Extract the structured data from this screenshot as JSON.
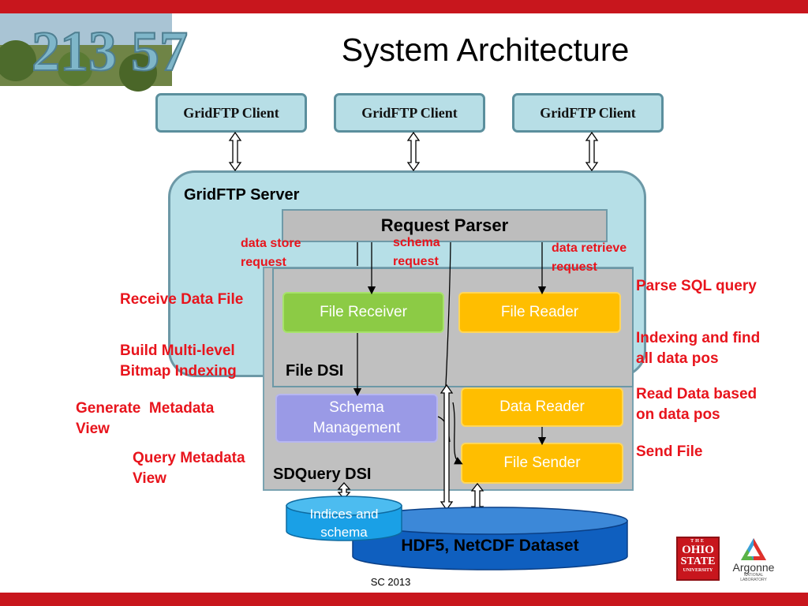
{
  "slide": {
    "title": "System Architecture",
    "footer": "SC 2013"
  },
  "clients": [
    "GridFTP Client",
    "GridFTP Client",
    "GridFTP Client"
  ],
  "server": {
    "label": "GridFTP Server",
    "parser": "Request Parser"
  },
  "requests": {
    "data_store": [
      "data store",
      "request"
    ],
    "schema": [
      "schema",
      "request"
    ],
    "data_retrieve": [
      "data retrieve",
      "request"
    ]
  },
  "file_dsi": {
    "label": "File DSI",
    "file_receiver": "File Receiver",
    "file_reader": "File Reader"
  },
  "sdquery_dsi": {
    "label": "SDQuery DSI",
    "schema_management": [
      "Schema",
      "Management"
    ],
    "data_reader": "Data Reader",
    "file_sender": "File Sender"
  },
  "storage": {
    "indices": [
      "Indices and",
      "schema"
    ],
    "dataset": "HDF5, NetCDF Dataset"
  },
  "annotations_left": {
    "receive": "Receive Data File",
    "build": [
      "Build Multi-level",
      "Bitmap Indexing"
    ],
    "generate": [
      "Generate  Metadata",
      "View"
    ],
    "query": [
      "Query Metadata",
      "View"
    ]
  },
  "annotations_right": {
    "parse": "Parse SQL query",
    "indexing": [
      "Indexing and find",
      "all data pos"
    ],
    "read": [
      "Read Data based",
      "on data pos"
    ],
    "send": "Send File"
  },
  "logos": {
    "osu": [
      "THE",
      "OHIO",
      "STATE",
      "UNIVERSITY"
    ],
    "argonne": [
      "Argonne",
      "NATIONAL",
      "LABORATORY"
    ]
  },
  "photo_digits": "213 57",
  "colors": {
    "brand_red": "#c8161d",
    "annotation_red": "#e8141c",
    "server_fill": "#b6dfe7",
    "dsi_gray": "#c0c0c0",
    "green": "#8ccb45",
    "yellow": "#ffbe00",
    "purple": "#9a9ae6",
    "dataset_blue": "#0f5fbf"
  }
}
